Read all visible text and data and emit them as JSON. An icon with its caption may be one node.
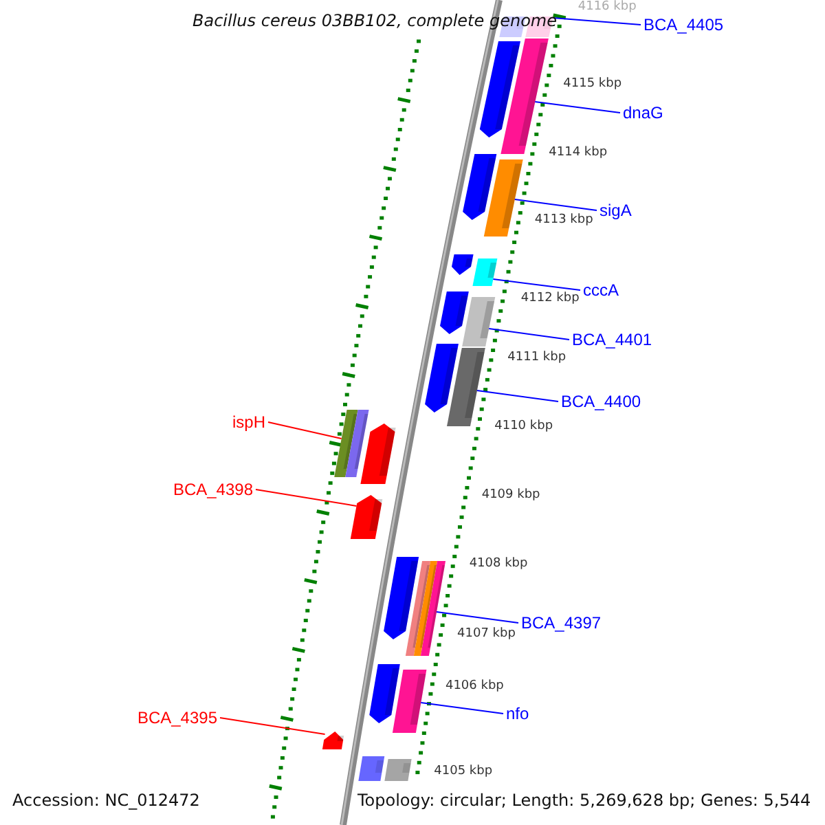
{
  "diagram": {
    "title": "Bacillus cereus 03BB102, complete genome",
    "nodes": [
      {
        "text": [
          "BCA_4405"
        ]
      },
      {
        "text": [
          "dnaG"
        ]
      },
      {
        "text": [
          "sigA"
        ]
      },
      {
        "text": [
          "cccA"
        ]
      },
      {
        "text": [
          "BCA_4401"
        ]
      },
      {
        "text": [
          "BCA_4400"
        ]
      },
      {
        "text": [
          "ispH"
        ]
      },
      {
        "text": [
          "BCA_4398"
        ]
      },
      {
        "text": [
          "BCA_4397"
        ]
      },
      {
        "text": [
          "nfo"
        ]
      },
      {
        "text": [
          "BCA_4395"
        ]
      },
      {
        "text": [],
        "shape": "bar"
      },
      {
        "text": [],
        "shape": "bar"
      },
      {
        "text": [],
        "shape": "bar"
      },
      {
        "text": [],
        "shape": "bar"
      },
      {
        "text": [],
        "shape": "bar"
      },
      {
        "text": [],
        "shape": "bar"
      },
      {
        "text": [],
        "shape": "bar"
      },
      {
        "text": [],
        "shape": "bar"
      },
      {
        "text": [],
        "shape": "bar"
      },
      {
        "text": [],
        "shape": "bar"
      },
      {
        "text": [],
        "shape": "bar"
      }
    ],
    "edges": [
      {
        "from": 0,
        "to": 11,
        "arrow": "none"
      },
      {
        "from": 1,
        "to": 12,
        "arrow": "none"
      },
      {
        "from": 2,
        "to": 13,
        "arrow": "none"
      },
      {
        "from": 3,
        "to": 14,
        "arrow": "none"
      },
      {
        "from": 4,
        "to": 15,
        "arrow": "none"
      },
      {
        "from": 5,
        "to": 16,
        "arrow": "none"
      },
      {
        "from": 6,
        "to": 17,
        "arrow": "none",
        "color": "#ff0000"
      },
      {
        "from": 7,
        "to": 18,
        "arrow": "none",
        "color": "#ff0000"
      },
      {
        "from": 8,
        "to": 19,
        "arrow": "none"
      },
      {
        "from": 9,
        "to": 20,
        "arrow": "none"
      },
      {
        "from": 10,
        "to": 21,
        "arrow": "none",
        "color": "#ff0000"
      }
    ],
    "labels": [
      "4116 kbp",
      "4115 kbp",
      "4114 kbp",
      "4113 kbp",
      "4112 kbp",
      "4111 kbp",
      "4110 kbp",
      "4109 kbp",
      "4108 kbp",
      "4107 kbp",
      "4106 kbp",
      "4105 kbp",
      "Accession: NC_012472",
      "Topology: circular; Length: 5,269,628 bp; Genes: 5,544"
    ]
  }
}
